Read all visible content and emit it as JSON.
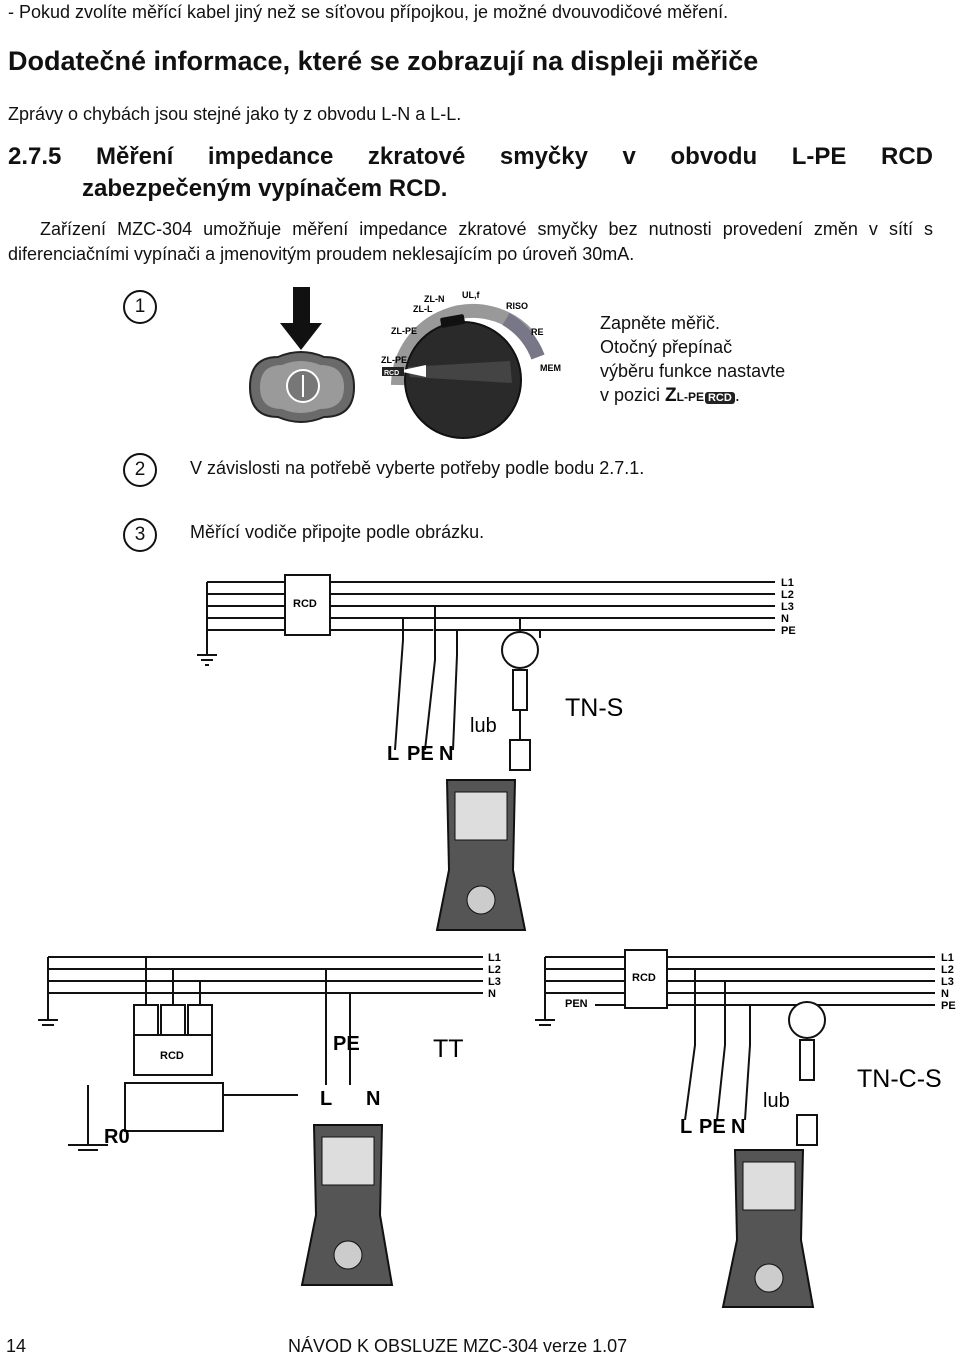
{
  "intro_line": "- Pokud zvolíte měřící kabel jiný než se síťovou přípojkou, je možné dvouvodičové měření.",
  "heading_display": "Dodatečné informace, které se zobrazují na displeji měřiče",
  "error_messages": "Zprávy o chybách jsou stejné jako ty z obvodu L-N a L-L.",
  "section": {
    "number": "2.7.5",
    "title_line1": "Měření impedance zkratové smyčky v obvodu L-PE RCD",
    "title_line2": "zabezpečeným vypínačem RCD."
  },
  "paragraph": "Zařízení MZC-304 umožňuje měření impedance zkratové smyčky bez nutnosti provedení změn v sítí s diferenciačními vypínači a jmenovitým proudem neklesajícím po úroveň 30mA.",
  "steps": [
    {
      "number": "1",
      "lines": [
        "Zapněte měřič.",
        "Otočný přepínač",
        "výběru funkce nastavte"
      ],
      "last_prefix": "v pozici ",
      "symbol_main": "Z",
      "symbol_sub": "L-PE",
      "symbol_box": "RCD",
      "last_suffix": "."
    },
    {
      "number": "2",
      "text": "V závislosti na potřebě vyberte potřeby podle bodu 2.7.1."
    },
    {
      "number": "3",
      "text": "Měřící vodiče připojte podle obrázku."
    }
  ],
  "dial_labels": {
    "zln": "ZL-N",
    "zll": "ZL-L",
    "ul": "UL,f",
    "riso": "RISO",
    "re": "RE",
    "mem": "MEM",
    "zlpe": "ZL-PE",
    "zlpercd": "ZL-PE",
    "rcd": "RCD"
  },
  "diagrams": {
    "conductors": [
      "L1",
      "L2",
      "L3",
      "N",
      "PE"
    ],
    "conductors_tt": [
      "L1",
      "L2",
      "L3",
      "N"
    ],
    "rcd": "RCD",
    "tns": {
      "label": "TN-S",
      "or": "lub",
      "probe_labels": [
        "L",
        "PE",
        "N"
      ]
    },
    "tt": {
      "label": "TT",
      "pe": "PE",
      "l": "L",
      "n": "N",
      "r0": "R0"
    },
    "tncs": {
      "label": "TN-C-S",
      "or": "lub",
      "pen": "PEN",
      "probe_labels": [
        "L",
        "PE",
        "N"
      ]
    }
  },
  "footer": {
    "page": "14",
    "title": "NÁVOD K OBSLUZE MZC-304 verze 1.07"
  }
}
